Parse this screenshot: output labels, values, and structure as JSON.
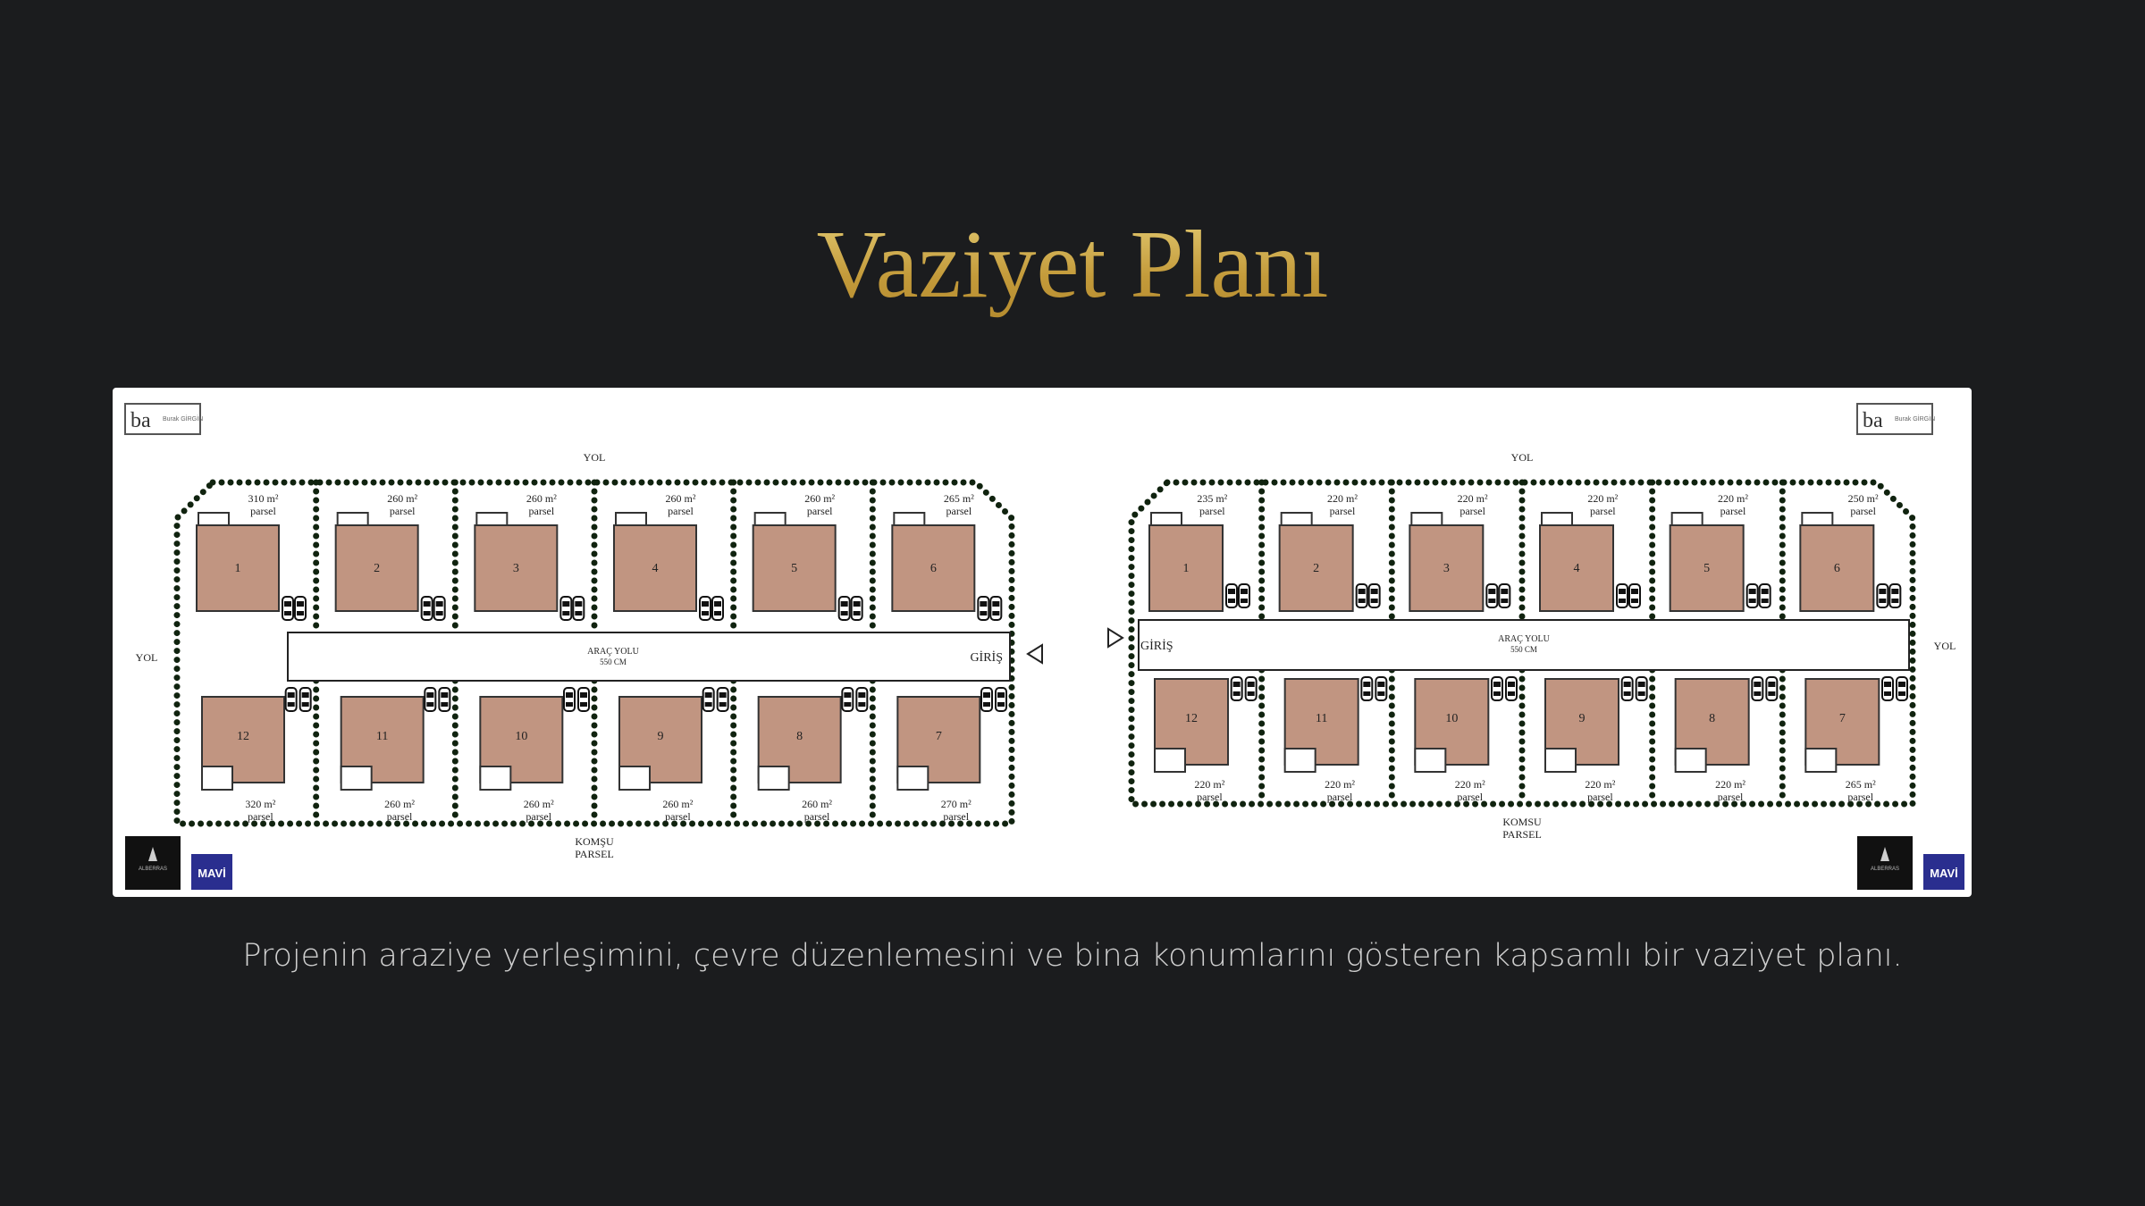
{
  "title": "Vaziyet Planı",
  "caption": "Projenin araziye yerleşimini, çevre düzenlemesini ve bina konumlarını gösteren kapsamlı bir vaziyet planı.",
  "colors": {
    "background": "#1b1c1e",
    "title_gold": "#c9a84a",
    "house_fill": "#c19581",
    "hedge": "#10230f"
  },
  "left_plan": {
    "road_top": "YOL",
    "road_left": "YOL",
    "bottom_label_1": "KOMŞU",
    "bottom_label_2": "PARSEL",
    "drive_label": "ARAÇ YOLU",
    "drive_width": "550 CM",
    "entrance": "GİRİŞ",
    "houses_top": [
      "1",
      "2",
      "3",
      "4",
      "5",
      "6"
    ],
    "houses_bottom": [
      "12",
      "11",
      "10",
      "9",
      "8",
      "7"
    ],
    "parcels_top": [
      {
        "area": "310 m²",
        "word": "parsel"
      },
      {
        "area": "260 m²",
        "word": "parsel"
      },
      {
        "area": "260 m²",
        "word": "parsel"
      },
      {
        "area": "260 m²",
        "word": "parsel"
      },
      {
        "area": "260 m²",
        "word": "parsel"
      },
      {
        "area": "265 m²",
        "word": "parsel"
      }
    ],
    "parcels_bottom": [
      {
        "area": "320 m²",
        "word": "parsel"
      },
      {
        "area": "260 m²",
        "word": "parsel"
      },
      {
        "area": "260 m²",
        "word": "parsel"
      },
      {
        "area": "260 m²",
        "word": "parsel"
      },
      {
        "area": "260 m²",
        "word": "parsel"
      },
      {
        "area": "270 m²",
        "word": "parsel"
      }
    ]
  },
  "right_plan": {
    "road_top": "YOL",
    "road_right": "YOL",
    "bottom_label_1": "KOMSU",
    "bottom_label_2": "PARSEL",
    "drive_label": "ARAÇ YOLU",
    "drive_width": "550 CM",
    "entrance": "GİRİŞ",
    "houses_top": [
      "1",
      "2",
      "3",
      "4",
      "5",
      "6"
    ],
    "houses_bottom": [
      "12",
      "11",
      "10",
      "9",
      "8",
      "7"
    ],
    "parcels_top": [
      {
        "area": "235 m²",
        "word": "parsel"
      },
      {
        "area": "220 m²",
        "word": "parsel"
      },
      {
        "area": "220 m²",
        "word": "parsel"
      },
      {
        "area": "220 m²",
        "word": "parsel"
      },
      {
        "area": "220 m²",
        "word": "parsel"
      },
      {
        "area": "250 m²",
        "word": "parsel"
      }
    ],
    "parcels_bottom": [
      {
        "area": "220 m²",
        "word": "parsel"
      },
      {
        "area": "220 m²",
        "word": "parsel"
      },
      {
        "area": "220 m²",
        "word": "parsel"
      },
      {
        "area": "220 m²",
        "word": "parsel"
      },
      {
        "area": "220 m²",
        "word": "parsel"
      },
      {
        "area": "265 m²",
        "word": "parsel"
      }
    ]
  },
  "logos": {
    "architect_mark": "ba",
    "architect_name": "Burak GİRGİN",
    "developer_badge": "ALBERRAS",
    "mavi_badge": "MAVİ"
  }
}
